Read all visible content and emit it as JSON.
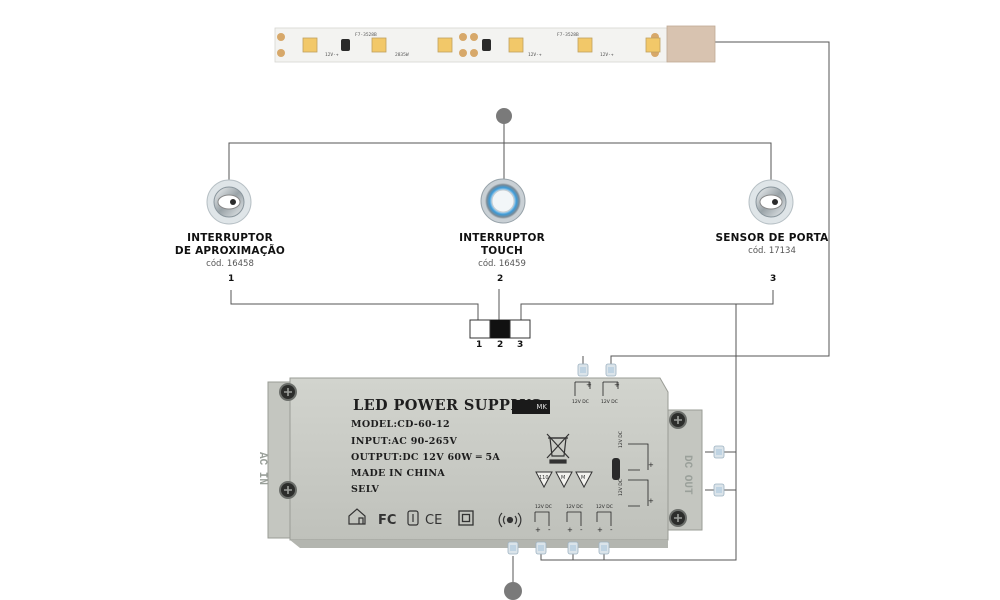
{
  "led_strip": {
    "label": "LED strip with connector",
    "print_lines": [
      "F7-3528B",
      "12V-+",
      "2835W",
      "F7-3528B",
      "12V-+",
      "12V-+"
    ]
  },
  "switches": [
    {
      "name": "INTERRUPTOR DE APROXIMAÇÃO",
      "name_line1": "INTERRUPTOR",
      "name_line2": "DE APROXIMAÇÃO",
      "code": "cód. 16458",
      "number": "1"
    },
    {
      "name": "INTERRUPTOR TOUCH",
      "name_line1": "INTERRUPTOR",
      "name_line2": "TOUCH",
      "code": "cód. 16459",
      "number": "2"
    },
    {
      "name": "SENSOR DE PORTA",
      "name_line1": "SENSOR DE PORTA",
      "name_line2": "",
      "code": "cód. 17134",
      "number": "3"
    }
  ],
  "selector": {
    "positions": [
      "1",
      "2",
      "3"
    ],
    "selected": "2"
  },
  "power_supply": {
    "title": "LED POWER SUPPLYS",
    "model": "MODEL:CD-60-12",
    "input": "INPUT:AC 90-265V",
    "output": "OUTPUT:DC 12V 60W ═ 5A",
    "made_in": "MADE IN CHINA",
    "selv": "SELV",
    "brand_badge": "MK",
    "side_left": "AC IN",
    "side_right": "DC OUT",
    "top_port_label": "12V DC",
    "right_port_label": "12V DC",
    "bottom_port_label": "12V DC",
    "cert_marks": [
      "FC",
      "CE",
      "ⓘ"
    ]
  },
  "colors": {
    "wire": "#555555",
    "psu_body": "#c9cbc5",
    "psu_border": "#9a9c96",
    "strip": "#f3f3f1",
    "led": "#f2c869",
    "connector": "#d8c3b0",
    "ring_blue": "#3d9ad6"
  }
}
